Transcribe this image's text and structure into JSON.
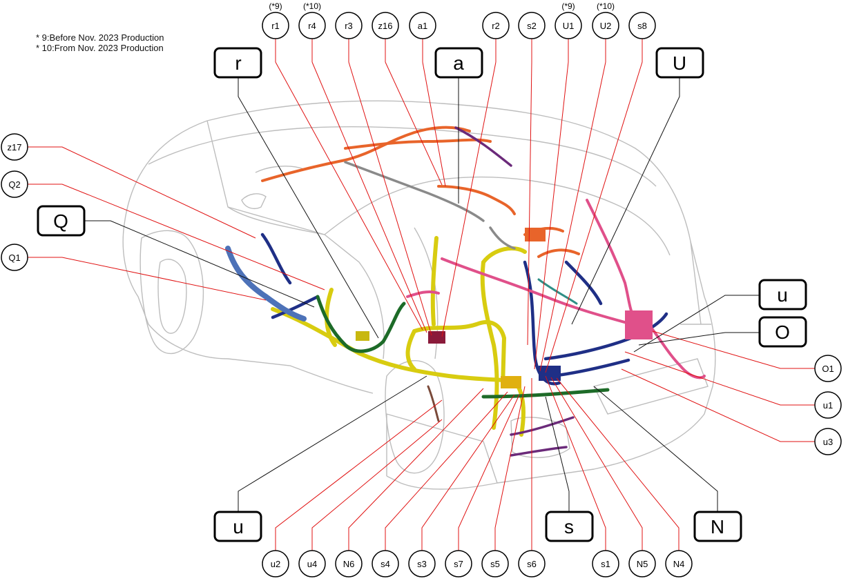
{
  "notes": [
    "* 9:Before Nov. 2023 Production",
    "* 10:From Nov. 2023 Production"
  ],
  "top_connectors": [
    {
      "id": "r1",
      "note": "(*9)"
    },
    {
      "id": "r4",
      "note": "(*10)"
    },
    {
      "id": "r3",
      "note": ""
    },
    {
      "id": "z16",
      "note": ""
    },
    {
      "id": "a1",
      "note": ""
    },
    {
      "id": "r2",
      "note": ""
    },
    {
      "id": "s2",
      "note": ""
    },
    {
      "id": "U1",
      "note": "(*9)"
    },
    {
      "id": "U2",
      "note": "(*10)"
    },
    {
      "id": "s8",
      "note": ""
    }
  ],
  "left_connectors": [
    "z17",
    "Q2",
    "Q1"
  ],
  "right_connectors": [
    "O1",
    "u1",
    "u3"
  ],
  "bottom_connectors": [
    "u2",
    "u4",
    "N6",
    "s4",
    "s3",
    "s7",
    "s5",
    "s6",
    "s1",
    "N5",
    "N4"
  ],
  "harness_labels": [
    "r",
    "a",
    "U",
    "Q",
    "u",
    "O",
    "u",
    "s",
    "N"
  ],
  "colors": {
    "leader_red": "#e01010",
    "leader_black": "#111111",
    "harness_yellow": "#f2ea1a",
    "harness_orange": "#e8642a",
    "harness_blue": "#1f2f86",
    "harness_pink": "#e0508a",
    "harness_green": "#1d6b28",
    "harness_purple": "#6b2a7a",
    "harness_teal": "#2f8f86",
    "vehicle_outline": "#bdbdbd"
  }
}
